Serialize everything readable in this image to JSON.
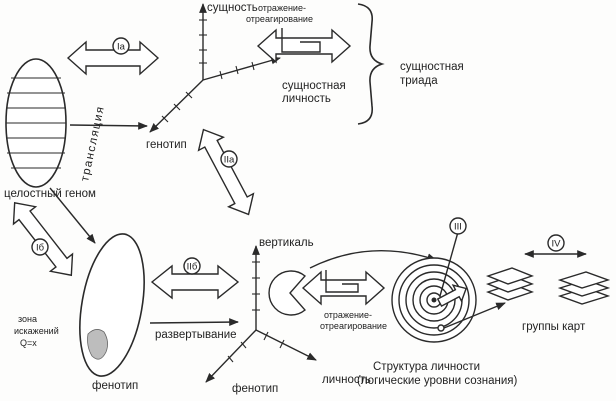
{
  "labels": {
    "essence": "сущность",
    "reflection_top_1": "отражение-",
    "reflection_top_2": "отреагирование",
    "essential_personality_1": "сущностная",
    "essential_personality_2": "личность",
    "essential_triad_1": "сущностная",
    "essential_triad_2": "триада",
    "genotype": "генотип",
    "whole_genome": "целостный геном",
    "translation": "трансляция",
    "distortion_zone_1": "зона",
    "distortion_zone_2": "искажений",
    "distortion_zone_3": "Q=x",
    "phenotype_oval": "фенотип",
    "unfolding": "развертывание",
    "vertical": "вертикаль",
    "reflection_bottom_1": "отражение-",
    "reflection_bottom_2": "отреагирование",
    "personality": "личность",
    "phenotype_axis": "фенотип",
    "structure_1": "Структура  личности",
    "structure_2": "(логические уровни сознания)",
    "card_groups": "группы карт"
  },
  "markers": {
    "ia": "Ia",
    "iia": "IIa",
    "ib": "Iб",
    "iib": "IIб",
    "iii": "III",
    "iv": "IV"
  }
}
